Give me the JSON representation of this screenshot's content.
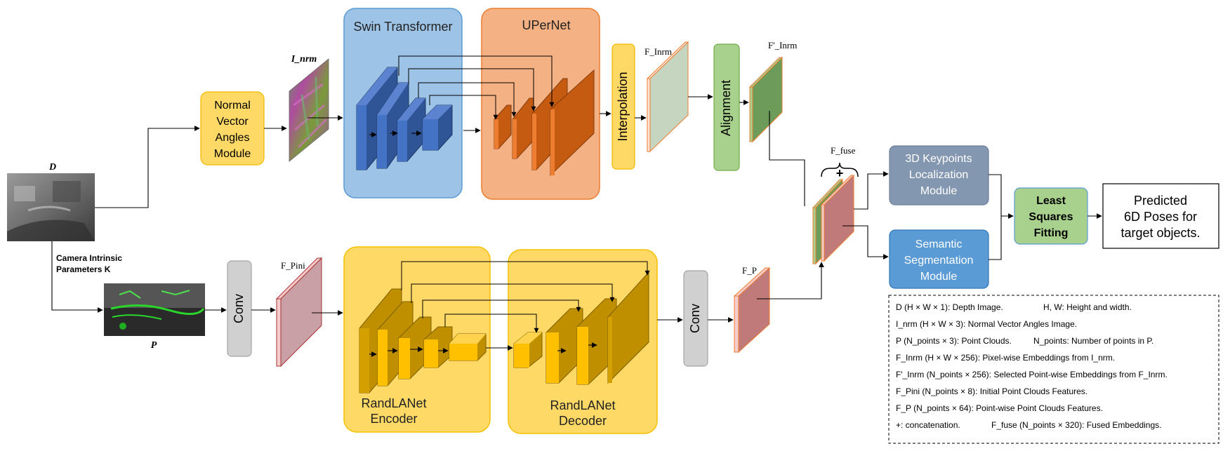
{
  "modules": {
    "swin": "Swin Transformer",
    "upernet": "UPerNet",
    "nvam": [
      "Normal",
      "Vector",
      "Angles",
      "Module"
    ],
    "interpolation": "Interpolation",
    "alignment": "Alignment",
    "conv": "Conv",
    "randla_encoder": [
      "RandLANet",
      "Encoder"
    ],
    "randla_decoder": [
      "RandLANet",
      "Decoder"
    ],
    "keypoints": [
      "3D Keypoints",
      "Localization",
      "Module"
    ],
    "semseg": [
      "Semantic",
      "Segmentation",
      "Module"
    ],
    "lsq": [
      "Least",
      "Squares",
      "Fitting"
    ],
    "output": [
      "Predicted",
      "6D Poses for",
      "target objects."
    ]
  },
  "labels": {
    "D": "D",
    "I_nrm": "I_nrm",
    "camera": [
      "Camera Intrinsic",
      "Parameters K"
    ],
    "P": "P",
    "F_Inrm": "F_Inrm",
    "Fp_Inrm": "F'_Inrm",
    "F_Pini": "F_Pini",
    "F_P": "F_P",
    "F_fuse": "F_fuse",
    "plus": "+"
  },
  "legend": [
    [
      "D (H × W × 1): Depth Image.",
      "H, W: Height and width."
    ],
    [
      "I_nrm (H × W × 3): Normal Vector Angles Image."
    ],
    [
      "P (N_points × 3): Point Clouds.",
      "N_points: Number of points in P."
    ],
    [
      "F_Inrm (H × W × 256): Pixel-wise Embeddings from I_nrm."
    ],
    [
      "F'_Inrm (N_points × 256): Selected Point-wise Embeddings from F_Inrm."
    ],
    [
      "F_Pini (N_points × 8): Initial Point Clouds Features."
    ],
    [
      "F_P (N_points × 64): Point-wise Point Clouds Features."
    ],
    [
      "+: concatenation.",
      "F_fuse (N_points × 320): Fused Embeddings."
    ]
  ],
  "colors": {
    "swin_bg": "#9dc3e6",
    "swin_block": "#4472c4",
    "upernet_bg": "#f4b183",
    "upernet_block": "#c55a11",
    "randla_bg": "#ffd966",
    "randla_block": "#d4a000",
    "yellow_box": "#ffd966",
    "green_box": "#a9d18e",
    "gray_box": "#d0d0d0",
    "keypoints": "#8497b0",
    "semseg": "#5b9bd5",
    "lsq": "#a9d18e"
  }
}
